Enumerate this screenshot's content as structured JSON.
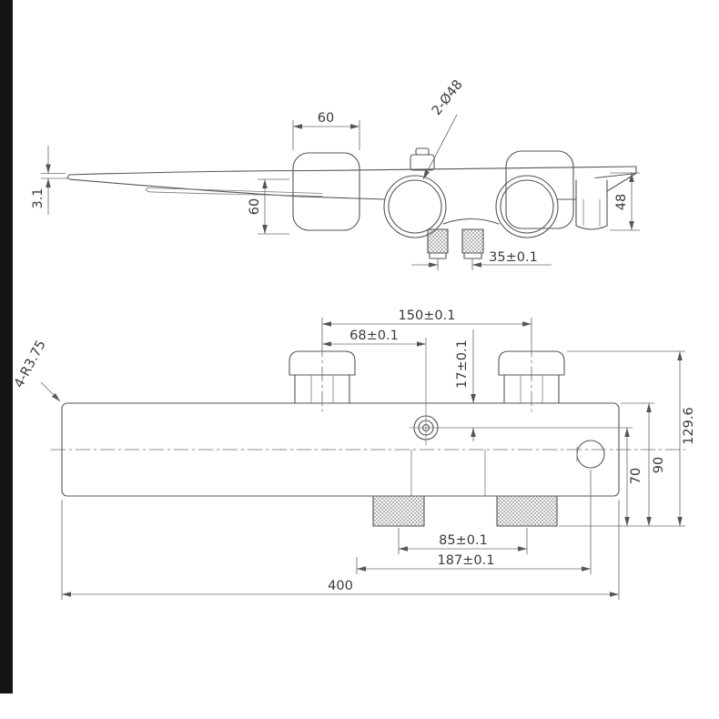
{
  "drawing": {
    "kind": "technical-drawing",
    "subject": "bath mixer faucet two-view dimensioned drawing",
    "colors": {
      "line": "#555555",
      "dimension": "#6f6f6f",
      "text": "#3a3a3a",
      "edge_bar": "#141414",
      "background": "#ffffff"
    }
  },
  "views": {
    "top": {
      "dims": {
        "handle_width": "60",
        "holes": "2-Ø48",
        "spout_tip": "3.1",
        "handle_height": "60",
        "body_height": "48",
        "port_spacing": "35±0.1"
      }
    },
    "front": {
      "dims": {
        "handle_centers": "150±0.1",
        "handle_offset": "68±0.1",
        "port_offset": "17±0.1",
        "corner_radius": "4-R3.75",
        "overall_height": "129.6",
        "body_height": "90",
        "lower_height": "70",
        "knob_spacing": "85±0.1",
        "span": "187±0.1",
        "overall_width": "400"
      }
    }
  }
}
